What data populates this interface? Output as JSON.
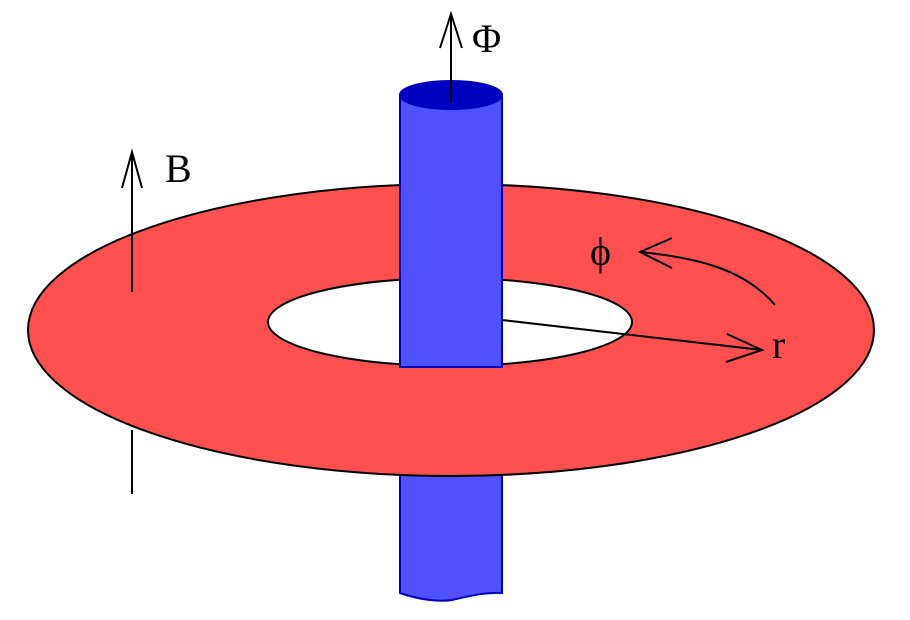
{
  "labels": {
    "flux": "Φ",
    "field": "B",
    "azimuth": "ϕ",
    "radius": "r"
  },
  "colors": {
    "disk": "#ff5050",
    "cylinder": "#5050ff",
    "cylinder_top": "#0000c0",
    "hole": "#ffffff",
    "stroke": "#000000"
  }
}
